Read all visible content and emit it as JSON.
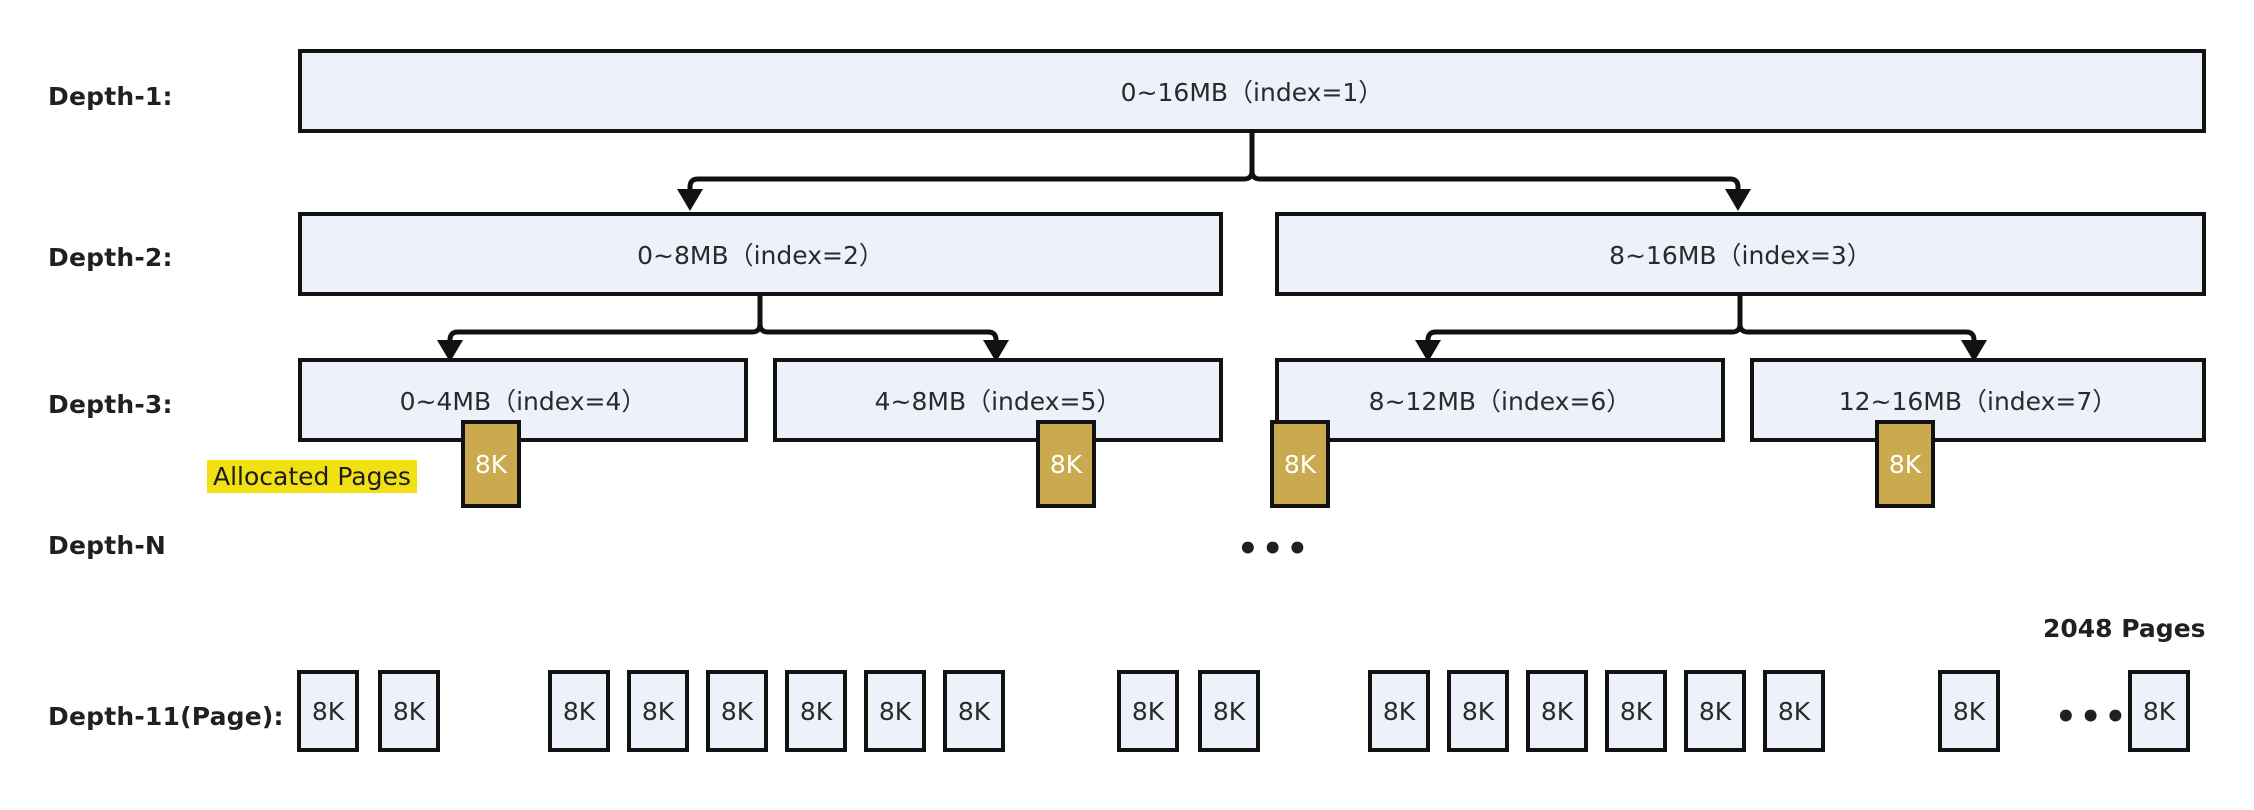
{
  "diagram": {
    "title_rows": {
      "depth1": "Depth-1:",
      "depth2": "Depth-2:",
      "depth3": "Depth-3:",
      "depthN": "Depth-N",
      "depth11": "Depth-11(Page):"
    },
    "captions": {
      "allocated_pages": "Allocated Pages",
      "total_pages": "2048 Pages",
      "ellipsis_mid": "•••",
      "ellipsis_leaf": "•••"
    },
    "colors": {
      "node_fill": "#edf1fa",
      "node_border": "#121212",
      "allocated_fill": "#cba94f",
      "highlight": "#f2e112",
      "text": "#262626"
    }
  },
  "nodes": {
    "depth1": [
      {
        "label": "0~16MB（index=1）"
      }
    ],
    "depth2": [
      {
        "label": "0~8MB（index=2）"
      },
      {
        "label": "8~16MB（index=3）"
      }
    ],
    "depth3": [
      {
        "label": "0~4MB（index=4）"
      },
      {
        "label": "4~8MB（index=5）"
      },
      {
        "label": "8~12MB（index=6）"
      },
      {
        "label": "12~16MB（index=7）"
      }
    ]
  },
  "allocated_blocks": [
    {
      "label": "8K"
    },
    {
      "label": "8K"
    },
    {
      "label": "8K"
    },
    {
      "label": "8K"
    }
  ],
  "leaf_pages": {
    "group1": [
      {
        "label": "8K"
      },
      {
        "label": "8K"
      }
    ],
    "group2": [
      {
        "label": "8K"
      },
      {
        "label": "8K"
      },
      {
        "label": "8K"
      },
      {
        "label": "8K"
      },
      {
        "label": "8K"
      },
      {
        "label": "8K"
      }
    ],
    "group3": [
      {
        "label": "8K"
      },
      {
        "label": "8K"
      }
    ],
    "group4": [
      {
        "label": "8K"
      },
      {
        "label": "8K"
      },
      {
        "label": "8K"
      },
      {
        "label": "8K"
      },
      {
        "label": "8K"
      },
      {
        "label": "8K"
      }
    ],
    "group5": [
      {
        "label": "8K"
      }
    ],
    "group6": [
      {
        "label": "8K"
      }
    ]
  }
}
